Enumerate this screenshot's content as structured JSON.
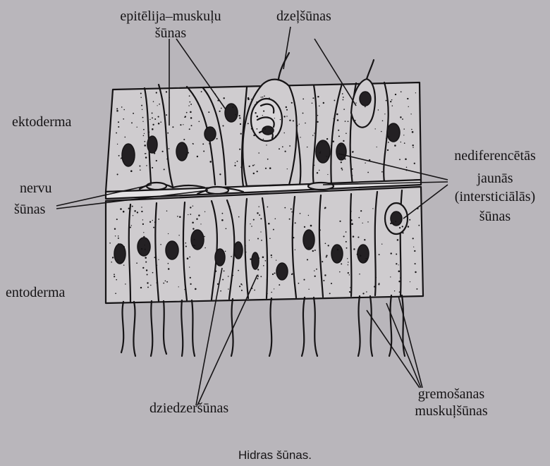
{
  "figure": {
    "labels": {
      "epithelial_muscle_line1": "epitēlija–muskuļu",
      "epithelial_muscle_line2": "šūnas",
      "stinging": "dzeļšūnas",
      "ectoderm": "ektoderma",
      "nerve_line1": "nervu",
      "nerve_line2": "šūnas",
      "undiff_line1": "nediferencētās",
      "undiff_line2": "jaunās",
      "undiff_line3": "(intersticiālās)",
      "undiff_line4": "šūnas",
      "endoderm": "entoderma",
      "gland": "dziedzeršūnas",
      "digestive_line1": "gremošanas",
      "digestive_line2": "muskuļšūnas"
    },
    "caption": "Hidras šūnas."
  },
  "colors": {
    "background": "#b9b6bb",
    "ink": "#161416",
    "cell_fill": "#cfcccf",
    "nucleus": "#232023"
  }
}
